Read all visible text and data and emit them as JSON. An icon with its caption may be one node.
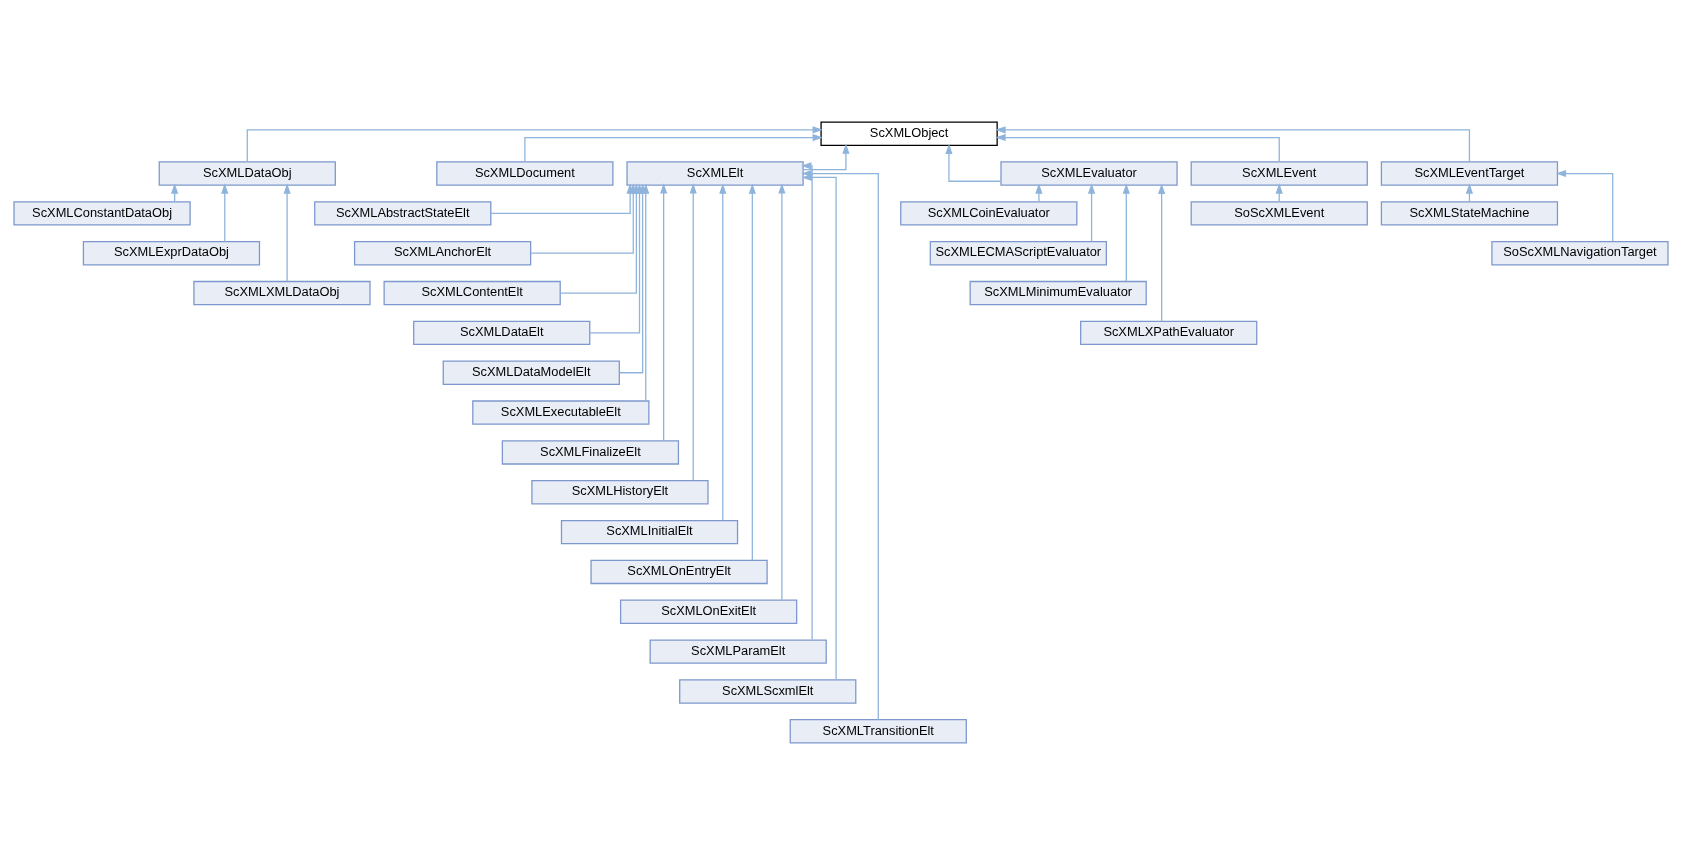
{
  "diagram": {
    "nodes": [
      {
        "text": [
          "ScXMLObject"
        ]
      },
      {
        "text": [
          "ScXMLDataObj"
        ]
      },
      {
        "text": [
          "ScXMLDocument"
        ]
      },
      {
        "text": [
          "ScXMLElt"
        ]
      },
      {
        "text": [
          "ScXMLEvaluator"
        ]
      },
      {
        "text": [
          "ScXMLEvent"
        ]
      },
      {
        "text": [
          "ScXMLEventTarget"
        ]
      },
      {
        "text": [
          "ScXMLConstantDataObj"
        ]
      },
      {
        "text": [
          "ScXMLExprDataObj"
        ]
      },
      {
        "text": [
          "ScXMLXMLDataObj"
        ]
      },
      {
        "text": [
          "ScXMLAbstractStateElt"
        ]
      },
      {
        "text": [
          "ScXMLAnchorElt"
        ]
      },
      {
        "text": [
          "ScXMLContentElt"
        ]
      },
      {
        "text": [
          "ScXMLDataElt"
        ]
      },
      {
        "text": [
          "ScXMLDataModelElt"
        ]
      },
      {
        "text": [
          "ScXMLExecutableElt"
        ]
      },
      {
        "text": [
          "ScXMLFinalizeElt"
        ]
      },
      {
        "text": [
          "ScXMLHistoryElt"
        ]
      },
      {
        "text": [
          "ScXMLInitialElt"
        ]
      },
      {
        "text": [
          "ScXMLOnEntryElt"
        ]
      },
      {
        "text": [
          "ScXMLOnExitElt"
        ]
      },
      {
        "text": [
          "ScXMLParamElt"
        ]
      },
      {
        "text": [
          "ScXMLScxmlElt"
        ]
      },
      {
        "text": [
          "ScXMLTransitionElt"
        ]
      },
      {
        "text": [
          "ScXMLCoinEvaluator"
        ]
      },
      {
        "text": [
          "ScXMLECMAScriptEvaluator"
        ]
      },
      {
        "text": [
          "ScXMLMinimumEvaluator"
        ]
      },
      {
        "text": [
          "ScXMLXPathEvaluator"
        ]
      },
      {
        "text": [
          "SoScXMLEvent"
        ]
      },
      {
        "text": [
          "ScXMLStateMachine"
        ]
      },
      {
        "text": [
          "SoScXMLNavigationTarget"
        ]
      }
    ],
    "edges": [
      {
        "from": 1,
        "to": 0,
        "arrow": "to"
      },
      {
        "from": 2,
        "to": 0,
        "arrow": "to"
      },
      {
        "from": 3,
        "to": 0,
        "arrow": "to"
      },
      {
        "from": 4,
        "to": 0,
        "arrow": "to"
      },
      {
        "from": 5,
        "to": 0,
        "arrow": "to"
      },
      {
        "from": 6,
        "to": 0,
        "arrow": "to"
      },
      {
        "from": 7,
        "to": 1,
        "arrow": "to"
      },
      {
        "from": 8,
        "to": 1,
        "arrow": "to"
      },
      {
        "from": 9,
        "to": 1,
        "arrow": "to"
      },
      {
        "from": 10,
        "to": 3,
        "arrow": "to"
      },
      {
        "from": 11,
        "to": 3,
        "arrow": "to"
      },
      {
        "from": 12,
        "to": 3,
        "arrow": "to"
      },
      {
        "from": 13,
        "to": 3,
        "arrow": "to"
      },
      {
        "from": 14,
        "to": 3,
        "arrow": "to"
      },
      {
        "from": 15,
        "to": 3,
        "arrow": "to"
      },
      {
        "from": 16,
        "to": 3,
        "arrow": "to"
      },
      {
        "from": 17,
        "to": 3,
        "arrow": "to"
      },
      {
        "from": 18,
        "to": 3,
        "arrow": "to"
      },
      {
        "from": 19,
        "to": 3,
        "arrow": "to"
      },
      {
        "from": 20,
        "to": 3,
        "arrow": "to"
      },
      {
        "from": 21,
        "to": 3,
        "arrow": "to"
      },
      {
        "from": 22,
        "to": 3,
        "arrow": "to"
      },
      {
        "from": 23,
        "to": 3,
        "arrow": "to"
      },
      {
        "from": 24,
        "to": 4,
        "arrow": "to"
      },
      {
        "from": 25,
        "to": 4,
        "arrow": "to"
      },
      {
        "from": 26,
        "to": 4,
        "arrow": "to"
      },
      {
        "from": 27,
        "to": 4,
        "arrow": "to"
      },
      {
        "from": 28,
        "to": 5,
        "arrow": "to"
      },
      {
        "from": 29,
        "to": 6,
        "arrow": "to"
      },
      {
        "from": 30,
        "to": 6,
        "arrow": "to"
      }
    ]
  }
}
